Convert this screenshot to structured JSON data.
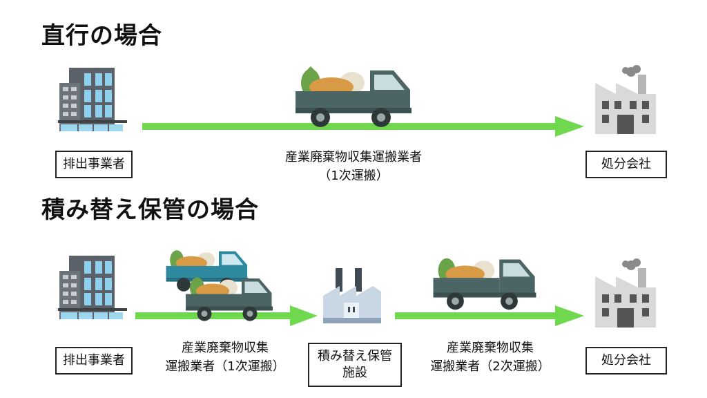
{
  "direct": {
    "title": "直行の場合",
    "source_label": "排出事業者",
    "carrier_line1": "産業廃棄物収集運搬業者",
    "carrier_line2": "（1次運搬）",
    "destination_label": "処分会社"
  },
  "transfer": {
    "title": "積み替え保管の場合",
    "source_label": "排出事業者",
    "carrier1_line1": "産業廃棄物収集",
    "carrier1_line2": "運搬業者（1次運搬）",
    "facility_line1": "積み替え保管",
    "facility_line2": "施設",
    "carrier2_line1": "産業廃棄物収集",
    "carrier2_line2": "運搬業者（2次運搬）",
    "destination_label": "処分会社"
  },
  "colors": {
    "arrow": "#6fd84f",
    "truck_body": "#4b6464",
    "truck_body_alt": "#2f8aa0",
    "building": "#5b6168",
    "factory": "#d9d9d9"
  },
  "icons": [
    "office-building-icon",
    "garbage-truck-icon",
    "factory-icon",
    "transfer-facility-icon"
  ]
}
